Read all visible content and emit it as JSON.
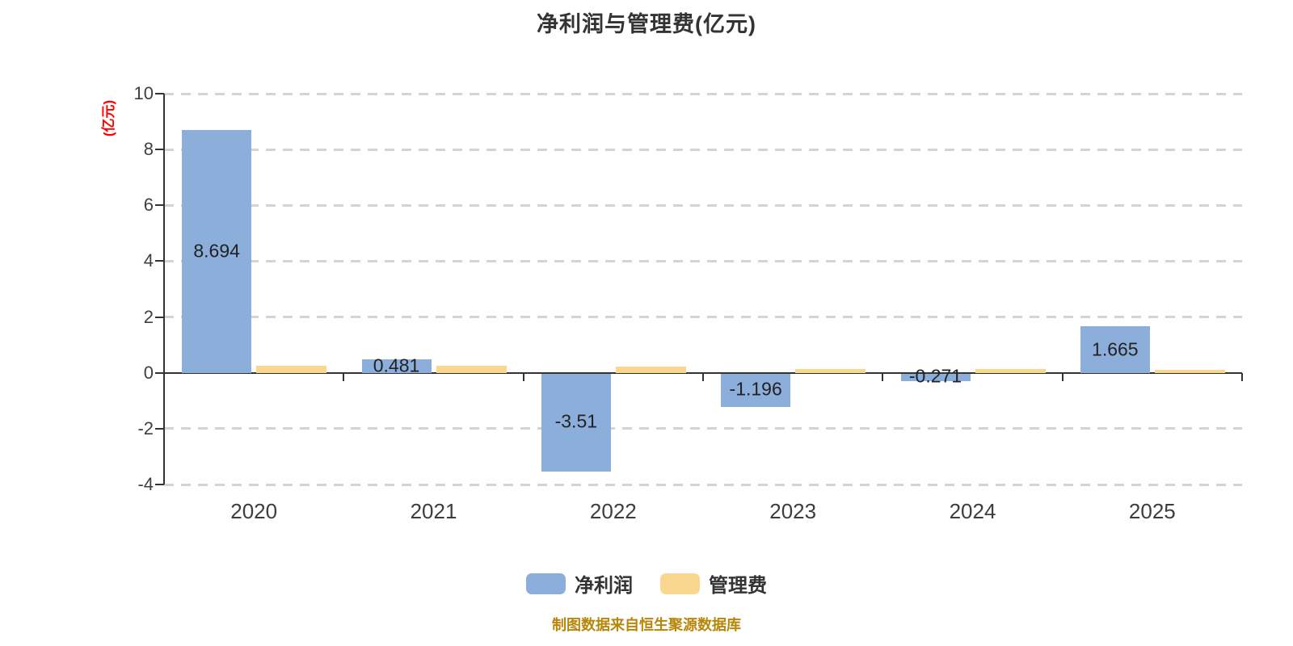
{
  "title": "净利润与管理费(亿元)",
  "y_axis_name": "(亿元)",
  "footer": "制图数据来自恒生聚源数据库",
  "legend_items": [
    {
      "label": "净利润",
      "color": "#8CAEDB"
    },
    {
      "label": "管理费",
      "color": "#FAD78E"
    }
  ],
  "colors": {
    "net_profit_bar": "#8CAEDB",
    "management_fee_bar": "#FAD78E",
    "axis": "#333333",
    "gridline": "#d4d4d4",
    "y_axis_name": "#ff0000",
    "footer_text": "#b8860b",
    "bar_label": "#222222"
  },
  "chart_data": {
    "type": "bar",
    "title": "净利润与管理费(亿元)",
    "categories": [
      "2020",
      "2021",
      "2022",
      "2023",
      "2024",
      "2025"
    ],
    "series": [
      {
        "name": "净利润",
        "color": "#8CAEDB",
        "values": [
          8.694,
          0.481,
          -3.51,
          -1.196,
          -0.271,
          1.665
        ],
        "labels": [
          "8.694",
          "0.481",
          "-3.51",
          "-1.196",
          "-0.271",
          "1.665"
        ]
      },
      {
        "name": "管理费",
        "color": "#FAD78E",
        "values": [
          0.25,
          0.25,
          0.21,
          0.15,
          0.13,
          0.1
        ],
        "labels": [
          "",
          "",
          "",
          "",
          "",
          ""
        ]
      }
    ],
    "xlabel": "",
    "ylabel": "(亿元)",
    "ylim": [
      -4,
      10
    ],
    "yticks": [
      10,
      8,
      6,
      4,
      2,
      0,
      -2,
      -4
    ],
    "grid": "dashed-horizontal",
    "legend_position": "bottom",
    "annotations": "制图数据来自恒生聚源数据库"
  }
}
